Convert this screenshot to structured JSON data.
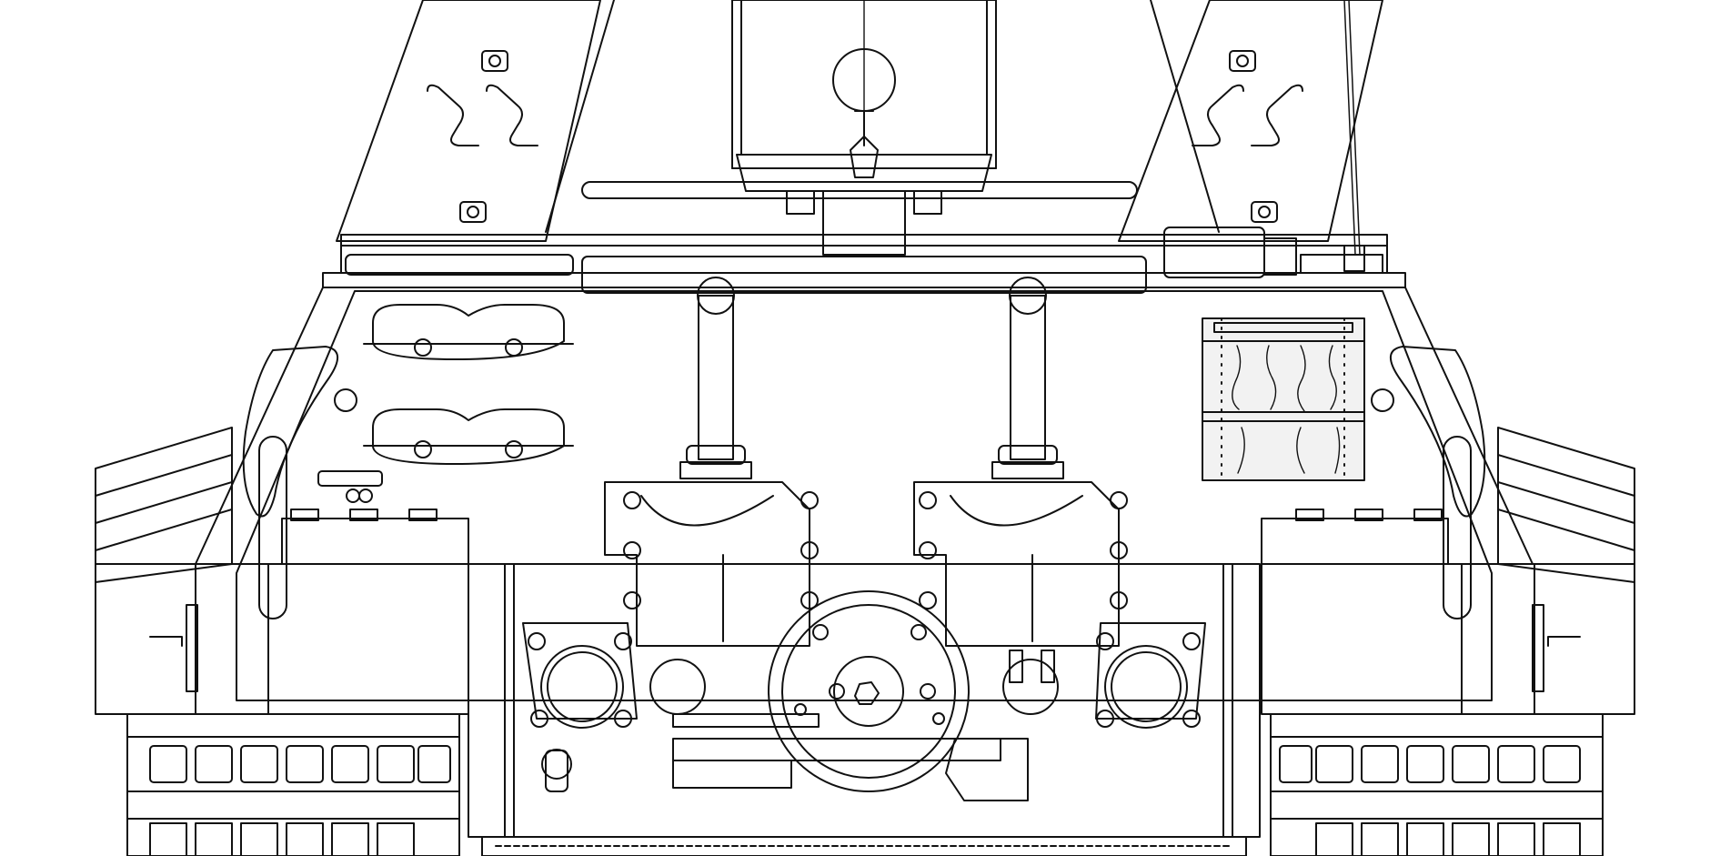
{
  "drawing": {
    "subject": "tank-rear-view",
    "style": "line-drawing",
    "colors": {
      "ink": "#111111",
      "paper": "#ffffff",
      "wood": "#e9e9e9"
    },
    "parts": [
      "superstructure",
      "gun-travel-lock",
      "antenna",
      "lifting-eye",
      "pistol-port",
      "towing-shackle",
      "jerrycan-holder",
      "wooden-crate",
      "stowage-bin",
      "exhaust-pipe",
      "exhaust-guard",
      "inspection-hatch",
      "track",
      "jack-block",
      "mud-guard",
      "tool-rack",
      "towing-coupling"
    ]
  }
}
